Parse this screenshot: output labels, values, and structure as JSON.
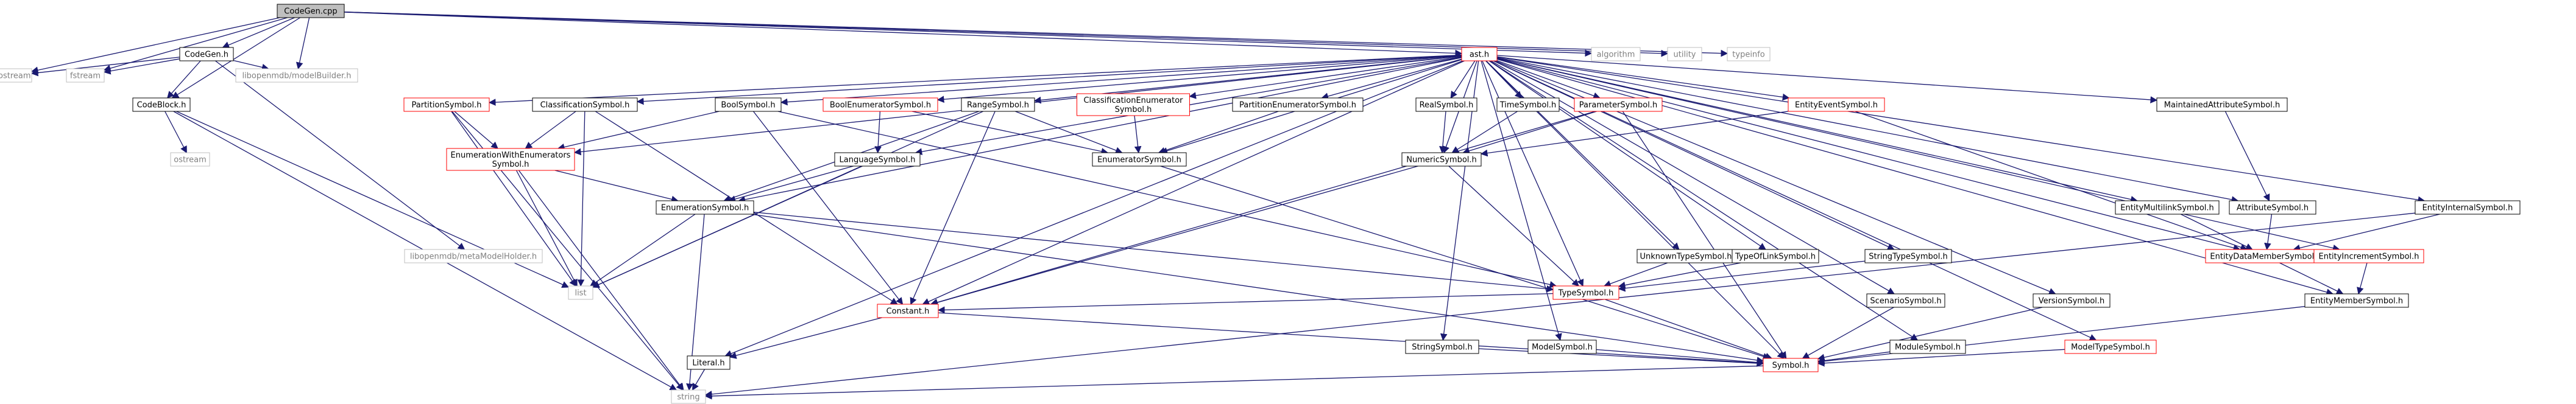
{
  "graph": {
    "colors": {
      "root_fill": "#bfbfbf",
      "node_fill": "#ffffff",
      "node_border": "#000000",
      "incomplete_border": "#ff0000",
      "system_border": "#bfbfbf",
      "system_text": "#808080",
      "edge": "#191970"
    },
    "nodes": [
      {
        "id": "codegen_cpp",
        "label": "CodeGen.cpp",
        "style": "root"
      },
      {
        "id": "codegen_h",
        "label": "CodeGen.h",
        "style": "normal"
      },
      {
        "id": "iostream",
        "label": "iostream",
        "style": "system"
      },
      {
        "id": "fstream",
        "label": "fstream",
        "style": "system"
      },
      {
        "id": "codeblock",
        "label": "CodeBlock.h",
        "style": "normal"
      },
      {
        "id": "libmodelbuilder",
        "label": "libopenmdb/modelBuilder.h",
        "style": "system"
      },
      {
        "id": "ostream",
        "label": "ostream",
        "style": "system"
      },
      {
        "id": "ast",
        "label": "ast.h",
        "style": "incomplete"
      },
      {
        "id": "algorithm",
        "label": "algorithm",
        "style": "system"
      },
      {
        "id": "utility",
        "label": "utility",
        "style": "system"
      },
      {
        "id": "typeinfo",
        "label": "typeinfo",
        "style": "system"
      },
      {
        "id": "partitionsym",
        "label": "PartitionSymbol.h",
        "style": "incomplete"
      },
      {
        "id": "classificationsym",
        "label": "ClassificationSymbol.h",
        "style": "normal"
      },
      {
        "id": "boolsym",
        "label": "BoolSymbol.h",
        "style": "normal"
      },
      {
        "id": "boolenumsym",
        "label": "BoolEnumeratorSymbol.h",
        "style": "incomplete"
      },
      {
        "id": "rangesym",
        "label": "RangeSymbol.h",
        "style": "normal"
      },
      {
        "id": "classenumsym",
        "label": "ClassificationEnumerator\nSymbol.h",
        "style": "incomplete"
      },
      {
        "id": "partenumsym",
        "label": "PartitionEnumeratorSymbol.h",
        "style": "normal"
      },
      {
        "id": "realsym",
        "label": "RealSymbol.h",
        "style": "normal"
      },
      {
        "id": "timesym",
        "label": "TimeSymbol.h",
        "style": "normal"
      },
      {
        "id": "paramsym",
        "label": "ParameterSymbol.h",
        "style": "incomplete"
      },
      {
        "id": "entityeventsym",
        "label": "EntityEventSymbol.h",
        "style": "incomplete"
      },
      {
        "id": "maintainedattrsym",
        "label": "MaintainedAttributeSymbol.h",
        "style": "normal"
      },
      {
        "id": "enumwithenumsym",
        "label": "EnumerationWithEnumerators\nSymbol.h",
        "style": "incomplete"
      },
      {
        "id": "languagesym",
        "label": "LanguageSymbol.h",
        "style": "normal"
      },
      {
        "id": "enumeratorsym",
        "label": "EnumeratorSymbol.h",
        "style": "normal"
      },
      {
        "id": "numericsym",
        "label": "NumericSymbol.h",
        "style": "normal"
      },
      {
        "id": "entitymultilinksym",
        "label": "EntityMultilinkSymbol.h",
        "style": "normal"
      },
      {
        "id": "attributesym",
        "label": "AttributeSymbol.h",
        "style": "normal"
      },
      {
        "id": "entityinternalsym",
        "label": "EntityInternalSymbol.h",
        "style": "normal"
      },
      {
        "id": "libmetamodelholder",
        "label": "libopenmdb/metaModelHolder.h",
        "style": "system"
      },
      {
        "id": "enumerationsym",
        "label": "EnumerationSymbol.h",
        "style": "normal"
      },
      {
        "id": "unknowntypesym",
        "label": "UnknownTypeSymbol.h",
        "style": "normal"
      },
      {
        "id": "typeoflinksym",
        "label": "TypeOfLinkSymbol.h",
        "style": "normal"
      },
      {
        "id": "stringtypesym",
        "label": "StringTypeSymbol.h",
        "style": "normal"
      },
      {
        "id": "entitydatamembersym",
        "label": "EntityDataMemberSymbol.h",
        "style": "incomplete"
      },
      {
        "id": "entityincrementsym",
        "label": "EntityIncrementSymbol.h",
        "style": "incomplete"
      },
      {
        "id": "list",
        "label": "list",
        "style": "system"
      },
      {
        "id": "typesym",
        "label": "TypeSymbol.h",
        "style": "incomplete"
      },
      {
        "id": "scenariosym",
        "label": "ScenarioSymbol.h",
        "style": "normal"
      },
      {
        "id": "versionsym",
        "label": "VersionSymbol.h",
        "style": "normal"
      },
      {
        "id": "entitymembersym",
        "label": "EntityMemberSymbol.h",
        "style": "normal"
      },
      {
        "id": "constant",
        "label": "Constant.h",
        "style": "incomplete"
      },
      {
        "id": "stringsym",
        "label": "StringSymbol.h",
        "style": "normal"
      },
      {
        "id": "modelsym",
        "label": "ModelSymbol.h",
        "style": "normal"
      },
      {
        "id": "modulesym",
        "label": "ModuleSymbol.h",
        "style": "normal"
      },
      {
        "id": "modeltypesym",
        "label": "ModelTypeSymbol.h",
        "style": "incomplete"
      },
      {
        "id": "literal",
        "label": "Literal.h",
        "style": "normal"
      },
      {
        "id": "symbol",
        "label": "Symbol.h",
        "style": "incomplete"
      },
      {
        "id": "string",
        "label": "string",
        "style": "system"
      }
    ],
    "edges": [
      [
        "codegen_cpp",
        "codegen_h"
      ],
      [
        "codegen_cpp",
        "iostream"
      ],
      [
        "codegen_cpp",
        "fstream"
      ],
      [
        "codegen_cpp",
        "codeblock"
      ],
      [
        "codegen_cpp",
        "libmodelbuilder"
      ],
      [
        "codegen_cpp",
        "ast"
      ],
      [
        "codegen_cpp",
        "algorithm"
      ],
      [
        "codegen_cpp",
        "utility"
      ],
      [
        "codegen_cpp",
        "typeinfo"
      ],
      [
        "codegen_h",
        "iostream"
      ],
      [
        "codegen_h",
        "fstream"
      ],
      [
        "codegen_h",
        "codeblock"
      ],
      [
        "codegen_h",
        "libmodelbuilder"
      ],
      [
        "codegen_h",
        "libmetamodelholder"
      ],
      [
        "codeblock",
        "ostream"
      ],
      [
        "codeblock",
        "list"
      ],
      [
        "codeblock",
        "string"
      ],
      [
        "ast",
        "partitionsym"
      ],
      [
        "ast",
        "classificationsym"
      ],
      [
        "ast",
        "boolsym"
      ],
      [
        "ast",
        "boolenumsym"
      ],
      [
        "ast",
        "rangesym"
      ],
      [
        "ast",
        "classenumsym"
      ],
      [
        "ast",
        "partenumsym"
      ],
      [
        "ast",
        "realsym"
      ],
      [
        "ast",
        "timesym"
      ],
      [
        "ast",
        "paramsym"
      ],
      [
        "ast",
        "entityeventsym"
      ],
      [
        "ast",
        "maintainedattrsym"
      ],
      [
        "ast",
        "enumwithenumsym"
      ],
      [
        "ast",
        "languagesym"
      ],
      [
        "ast",
        "enumeratorsym"
      ],
      [
        "ast",
        "numericsym"
      ],
      [
        "ast",
        "entitymultilinksym"
      ],
      [
        "ast",
        "attributesym"
      ],
      [
        "ast",
        "entityinternalsym"
      ],
      [
        "ast",
        "enumerationsym"
      ],
      [
        "ast",
        "unknowntypesym"
      ],
      [
        "ast",
        "typeoflinksym"
      ],
      [
        "ast",
        "stringtypesym"
      ],
      [
        "ast",
        "entitydatamembersym"
      ],
      [
        "ast",
        "entityincrementsym"
      ],
      [
        "ast",
        "typesym"
      ],
      [
        "ast",
        "scenariosym"
      ],
      [
        "ast",
        "versionsym"
      ],
      [
        "ast",
        "entitymembersym"
      ],
      [
        "ast",
        "constant"
      ],
      [
        "ast",
        "stringsym"
      ],
      [
        "ast",
        "modelsym"
      ],
      [
        "ast",
        "modulesym"
      ],
      [
        "ast",
        "modeltypesym"
      ],
      [
        "ast",
        "literal"
      ],
      [
        "ast",
        "symbol"
      ],
      [
        "partitionsym",
        "enumwithenumsym"
      ],
      [
        "partitionsym",
        "list"
      ],
      [
        "partitionsym",
        "string"
      ],
      [
        "classificationsym",
        "enumwithenumsym"
      ],
      [
        "classificationsym",
        "list"
      ],
      [
        "classificationsym",
        "constant"
      ],
      [
        "boolsym",
        "enumwithenumsym"
      ],
      [
        "boolsym",
        "typesym"
      ],
      [
        "boolsym",
        "constant"
      ],
      [
        "boolenumsym",
        "enumeratorsym"
      ],
      [
        "boolenumsym",
        "languagesym"
      ],
      [
        "rangesym",
        "enumerationsym"
      ],
      [
        "rangesym",
        "enumeratorsym"
      ],
      [
        "rangesym",
        "constant"
      ],
      [
        "rangesym",
        "list"
      ],
      [
        "classenumsym",
        "enumeratorsym"
      ],
      [
        "partenumsym",
        "enumeratorsym"
      ],
      [
        "realsym",
        "numericsym"
      ],
      [
        "timesym",
        "numericsym"
      ],
      [
        "paramsym",
        "numericsym"
      ],
      [
        "paramsym",
        "constant"
      ],
      [
        "paramsym",
        "symbol"
      ],
      [
        "entityeventsym",
        "numericsym"
      ],
      [
        "entityeventsym",
        "entitydatamembersym"
      ],
      [
        "maintainedattrsym",
        "attributesym"
      ],
      [
        "enumwithenumsym",
        "enumerationsym"
      ],
      [
        "enumwithenumsym",
        "list"
      ],
      [
        "enumwithenumsym",
        "string"
      ],
      [
        "languagesym",
        "enumerationsym"
      ],
      [
        "languagesym",
        "list"
      ],
      [
        "enumeratorsym",
        "symbol"
      ],
      [
        "numericsym",
        "typesym"
      ],
      [
        "numericsym",
        "constant"
      ],
      [
        "entitymultilinksym",
        "entitydatamembersym"
      ],
      [
        "attributesym",
        "entitydatamembersym"
      ],
      [
        "entityinternalsym",
        "entitydatamembersym"
      ],
      [
        "entityinternalsym",
        "string"
      ],
      [
        "enumerationsym",
        "typesym"
      ],
      [
        "enumerationsym",
        "list"
      ],
      [
        "enumerationsym",
        "string"
      ],
      [
        "enumerationsym",
        "symbol"
      ],
      [
        "unknowntypesym",
        "typesym"
      ],
      [
        "typeoflinksym",
        "typesym"
      ],
      [
        "stringtypesym",
        "typesym"
      ],
      [
        "entitydatamembersym",
        "entitymembersym"
      ],
      [
        "entityincrementsym",
        "entitymembersym"
      ],
      [
        "typesym",
        "symbol"
      ],
      [
        "typesym",
        "constant"
      ],
      [
        "scenariosym",
        "symbol"
      ],
      [
        "versionsym",
        "symbol"
      ],
      [
        "entitymembersym",
        "symbol"
      ],
      [
        "constant",
        "literal"
      ],
      [
        "constant",
        "symbol"
      ],
      [
        "stringsym",
        "symbol"
      ],
      [
        "modelsym",
        "symbol"
      ],
      [
        "modulesym",
        "symbol"
      ],
      [
        "modeltypesym",
        "symbol"
      ],
      [
        "literal",
        "string"
      ],
      [
        "symbol",
        "string"
      ]
    ]
  }
}
